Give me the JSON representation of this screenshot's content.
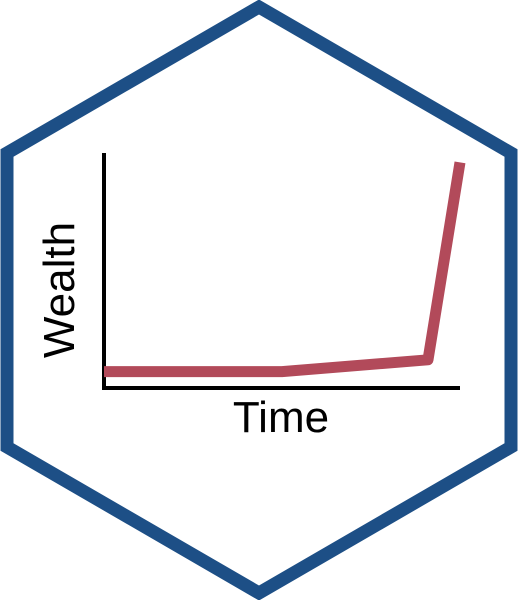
{
  "colors": {
    "hex_border": "#1d4f86",
    "line": "#b24a5a",
    "axis": "#000000",
    "background": "#ffffff"
  },
  "chart_data": {
    "type": "line",
    "title": "",
    "xlabel": "Time",
    "ylabel": "Wealth",
    "xlim": [
      0,
      100
    ],
    "ylim": [
      0,
      100
    ],
    "grid": false,
    "series": [
      {
        "x": [
          0,
          50,
          91,
          100
        ],
        "y": [
          7,
          7,
          12,
          96
        ]
      }
    ]
  }
}
